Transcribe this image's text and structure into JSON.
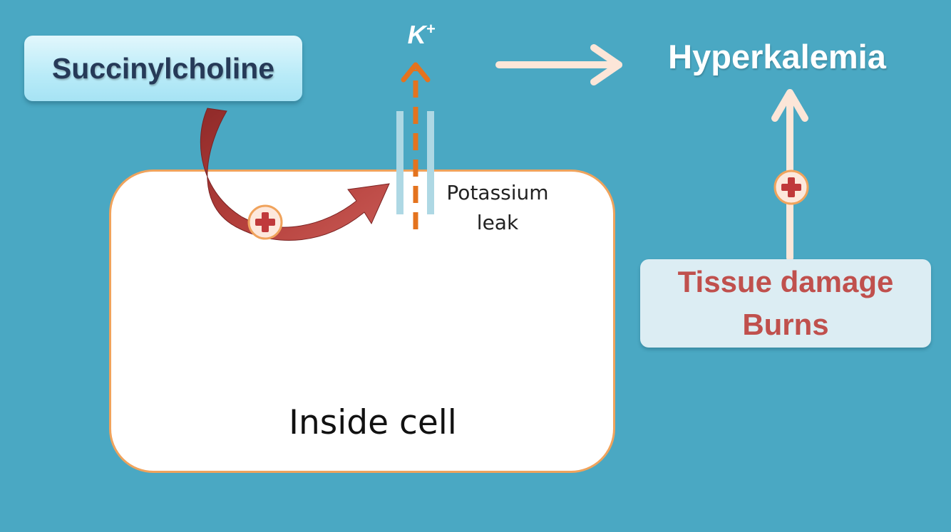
{
  "drug": {
    "label": "Succinylcholine"
  },
  "cell": {
    "label": "Inside cell"
  },
  "channel": {
    "label_line1": "Potassium",
    "label_line2": "leak"
  },
  "ion": {
    "symbol": "K",
    "charge": "+"
  },
  "outcome": {
    "label": "Hyperkalemia"
  },
  "cause": {
    "line1": "Tissue damage",
    "line2": "Burns"
  },
  "colors": {
    "background": "#4aa8c3",
    "drug_box": "#b9ebf8",
    "drug_text": "#263a58",
    "cell_border": "#f0a35c",
    "curved_arrow": "#b5403c",
    "ion_arrow": "#e4731e",
    "channel": "#aed8e4",
    "outcome_arrow": "#fce6d8",
    "cause_box": "#dcedf3",
    "cause_text": "#c0504d",
    "plus_sign": "#c0393b"
  },
  "icons": {
    "plus_badge": "plus-circle-icon",
    "arrows": "arrow-icon"
  }
}
